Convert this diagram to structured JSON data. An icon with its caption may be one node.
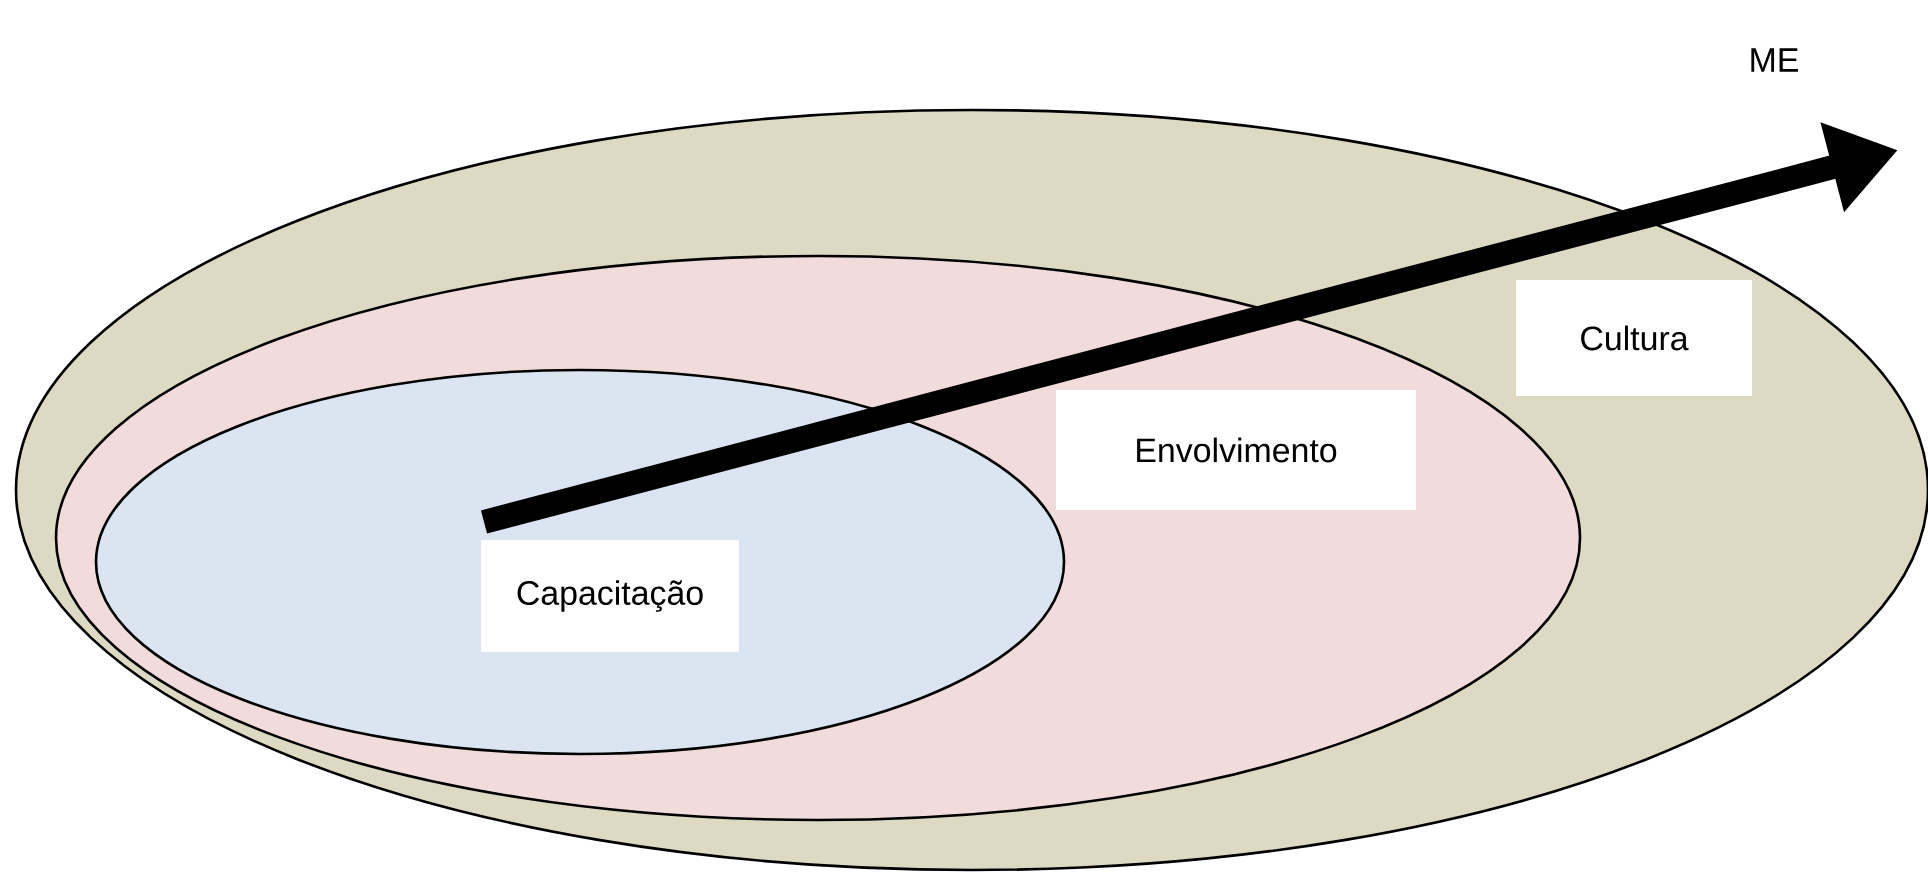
{
  "diagram": {
    "nodes": [
      {
        "text": [
          "Cultura"
        ]
      },
      {
        "text": [
          "Envolvimento"
        ],
        "in": 0
      },
      {
        "text": [
          "Capacitação"
        ],
        "in": 1
      }
    ],
    "labels": [
      "ME"
    ]
  }
}
